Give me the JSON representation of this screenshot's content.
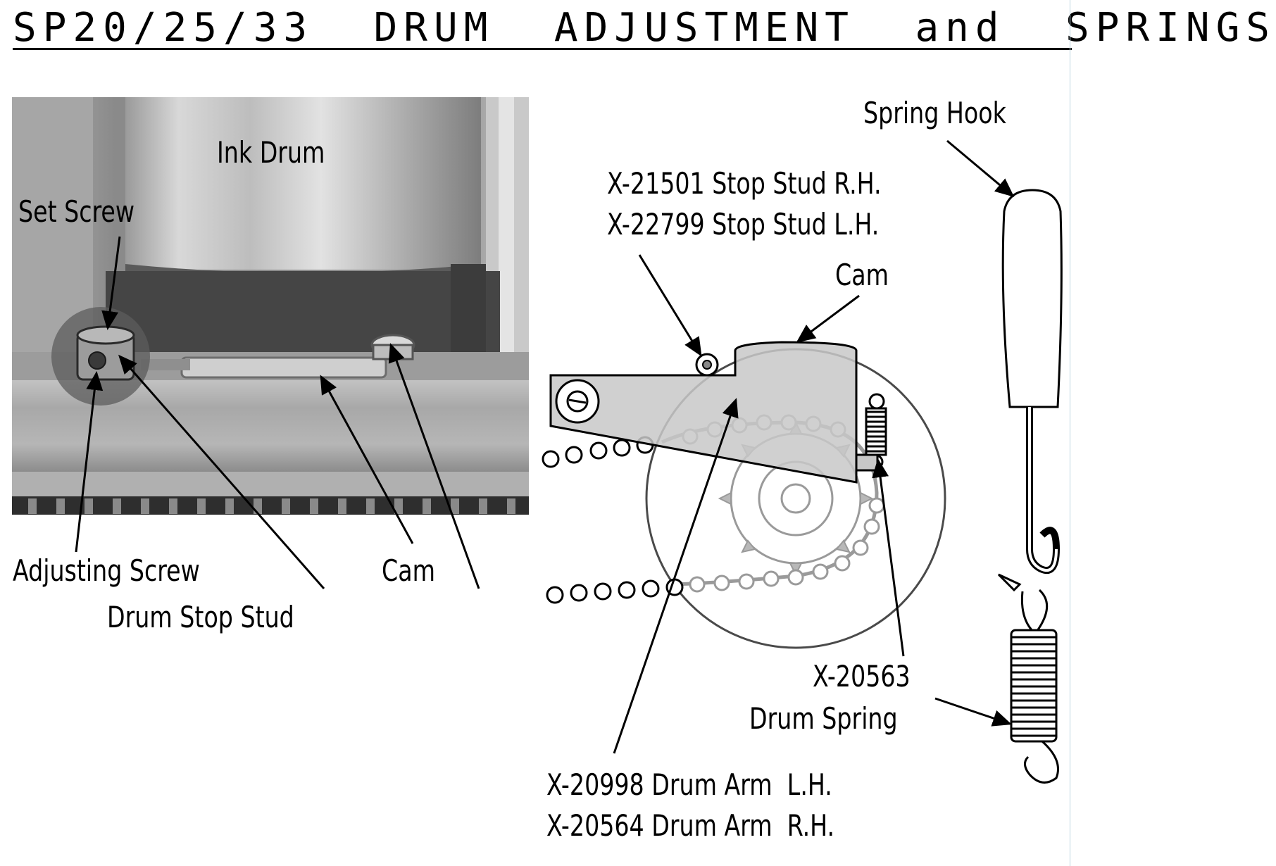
{
  "title": "SP20/25/33  DRUM  ADJUSTMENT  and  SPRINGS",
  "photo_labels": {
    "ink_drum": "Ink Drum",
    "set_screw": "Set Screw",
    "adjusting_screw": "Adjusting Screw",
    "cam": "Cam",
    "drum_stop_stud": "Drum Stop Stud"
  },
  "diagram_labels": {
    "spring_hook": "Spring Hook",
    "stop_stud_rh": "X-21501 Stop Stud R.H.",
    "stop_stud_lh": "X-22799 Stop Stud L.H.",
    "cam": "Cam",
    "drum_spring_part": "X-20563",
    "drum_spring_name": "Drum Spring",
    "drum_arm_lh": "X-20998 Drum Arm  L.H.",
    "drum_arm_rh": "X-20564 Drum Arm  R.H."
  },
  "colors": {
    "line": "#000000",
    "part_fill": "#c8c8c8",
    "chain_gray": "#9a9a9a",
    "photo_dark": "#6e6e6e",
    "photo_light": "#d6d6d6"
  }
}
